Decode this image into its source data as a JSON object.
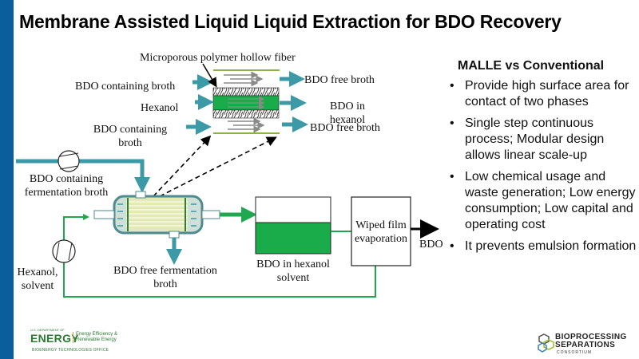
{
  "slide": {
    "title": "Membrane Assisted Liquid Liquid Extraction for BDO Recovery",
    "accent_color": "#0a5e9c"
  },
  "diagram": {
    "colors": {
      "broth_stream": "#3b9aa6",
      "solvent_stream": "#1fa84f",
      "hexanol_fill": "#1aab4b",
      "membrane_line": "#8cb04a"
    },
    "inset": {
      "fiber_label": "Microporous polymer hollow fiber",
      "inlet_top": "BDO containing broth",
      "inlet_middle": "Hexanol",
      "inlet_bottom": "BDO containing broth",
      "outlet_top": "BDO free broth",
      "outlet_middle": "BDO in hexanol",
      "outlet_bottom": "BDO free broth"
    },
    "process": {
      "feed_label": "BDO containing fermentation broth",
      "solvent_label": "Hexanol, solvent",
      "raffinate_label": "BDO free fermentation broth",
      "tank_label": "BDO in hexanol solvent",
      "evaporator_label": "Wiped film evaporation",
      "product_label": "BDO"
    }
  },
  "panel": {
    "heading": "MALLE vs Conventional",
    "bullet_glyph": "•",
    "bullets": [
      "Provide high surface area for contact of two phases",
      "Single step continuous process; Modular design allows linear scale-up",
      "Low chemical usage and waste generation; Low energy consumption; Low capital and operating cost",
      "It prevents emulsion formation"
    ]
  },
  "footer": {
    "doe_small": "U.S. DEPARTMENT OF",
    "doe_name": "ENERGY",
    "eere_line1": "Energy Efficiency &",
    "eere_line2": "Renewable Energy",
    "bto": "BIOENERGY TECHNOLOGIES OFFICE",
    "bsc_line1": "BIOPROCESSING",
    "bsc_line2": "SEPARATIONS",
    "bsc_line3": "CONSORTIUM"
  }
}
